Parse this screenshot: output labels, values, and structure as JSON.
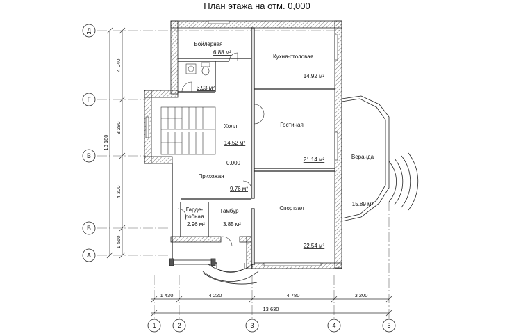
{
  "title": "План этажа на отм. 0,000",
  "rooms": [
    {
      "name": "Бойлерная",
      "area": "6.88 м²"
    },
    {
      "name": "",
      "area": "3.93 м²"
    },
    {
      "name": "Кухня-столовая",
      "area": "14.92 м²"
    },
    {
      "name": "Холл",
      "area": "14.52 м²"
    },
    {
      "name": "Гостиная",
      "area": "21.14 м²"
    },
    {
      "name": "Веранда",
      "area": "15.89 м²"
    },
    {
      "name": "Прихожая",
      "area": "9.76 м²"
    },
    {
      "name": "Гарде-",
      "area": ""
    },
    {
      "name": "робная",
      "area": "2.96 м²"
    },
    {
      "name": "Тамбур",
      "area": "3.85 м²"
    },
    {
      "name": "Спортзал",
      "area": "22.54 м²"
    }
  ],
  "level_mark": "0.000",
  "axes_rows": [
    "Д",
    "Г",
    "В",
    "Б",
    "А"
  ],
  "axes_cols": [
    "1",
    "2",
    "3",
    "4",
    "5"
  ],
  "dims_vertical": {
    "total": "13 180",
    "parts": [
      "4 040",
      "3 280",
      "4 300",
      "1 560"
    ]
  },
  "dims_horizontal": {
    "total": "13 630",
    "parts": [
      "1 430",
      "4 220",
      "4 780",
      "3 200"
    ]
  }
}
